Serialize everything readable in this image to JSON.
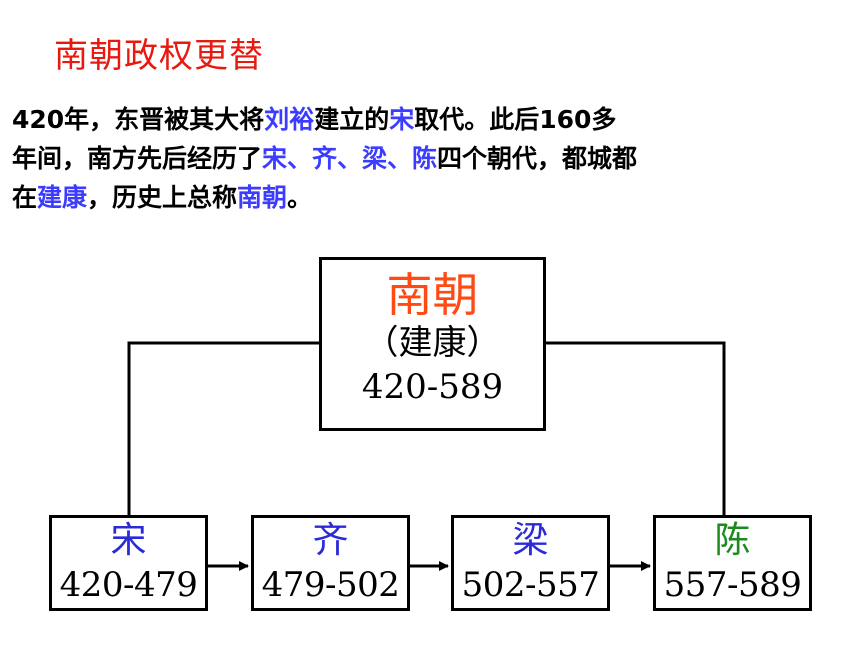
{
  "title": "南朝政权更替",
  "paragraph": {
    "line1": [
      {
        "text": "420年，东晋被其大将",
        "highlight": false
      },
      {
        "text": "刘裕",
        "highlight": true
      },
      {
        "text": "建立的",
        "highlight": false
      },
      {
        "text": "宋",
        "highlight": true
      },
      {
        "text": "取代。此后160多",
        "highlight": false
      }
    ],
    "line2": [
      {
        "text": "年间，南方先后经历了",
        "highlight": false
      },
      {
        "text": "宋、齐、梁、陈",
        "highlight": true
      },
      {
        "text": "四个朝代，都城都",
        "highlight": false
      }
    ],
    "line3": [
      {
        "text": "在",
        "highlight": false
      },
      {
        "text": "建康",
        "highlight": true
      },
      {
        "text": "，历史上总称",
        "highlight": false
      },
      {
        "text": "南朝",
        "highlight": true
      },
      {
        "text": "。",
        "highlight": false
      }
    ]
  },
  "main": {
    "name": "南朝",
    "capital": "（建康）",
    "years": "420-589"
  },
  "dynasties": [
    {
      "name": "宋",
      "years": "420-479",
      "color": "#2a2ad8"
    },
    {
      "name": "齐",
      "years": "479-502",
      "color": "#2a2ad8"
    },
    {
      "name": "梁",
      "years": "502-557",
      "color": "#2a2ad8"
    },
    {
      "name": "陈",
      "years": "557-589",
      "color": "#1c8a1c"
    }
  ],
  "colors": {
    "title": "#e8190f",
    "highlight": "#3c3cff",
    "main_name": "#ff4a14"
  }
}
